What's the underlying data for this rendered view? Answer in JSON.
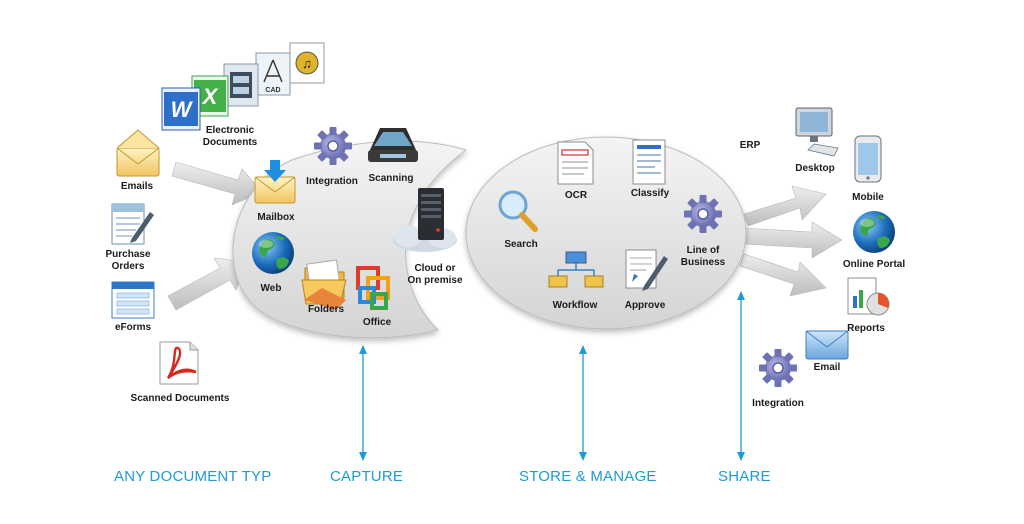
{
  "sources": {
    "electronic_documents": "Electronic\nDocuments",
    "emails": "Emails",
    "purchase_orders": "Purchase\nOrders",
    "eforms": "eForms",
    "scanned_documents": "Scanned Documents",
    "doc_icons": [
      "word-icon",
      "excel-icon",
      "video-icon",
      "cad-icon",
      "audio-icon"
    ],
    "cad_text": "CAD"
  },
  "capture": {
    "mailbox": "Mailbox",
    "integration": "Integration",
    "scanning": "Scanning",
    "web": "Web",
    "folders": "Folders",
    "office": "Office",
    "cloud": "Cloud or\nOn premise"
  },
  "manage": {
    "ocr": "OCR",
    "classify": "Classify",
    "search": "Search",
    "line_of_business": "Line of\nBusiness",
    "workflow": "Workflow",
    "approve": "Approve"
  },
  "share": {
    "erp": "ERP",
    "desktop": "Desktop",
    "mobile": "Mobile",
    "online_portal": "Online Portal",
    "reports": "Reports",
    "email": "Email",
    "integration": "Integration"
  },
  "stages": {
    "any_document": "ANY DOCUMENT TYP",
    "capture": "CAPTURE",
    "store_manage": "STORE & MANAGE",
    "share": "SHARE"
  },
  "colors": {
    "accent": "#1d9bd3",
    "platform": "#e6e6e6",
    "arrow": "#cfcfcf",
    "gear": "#6e72b4",
    "globe_blue": "#1e6fbe",
    "globe_green": "#3aa64a"
  }
}
